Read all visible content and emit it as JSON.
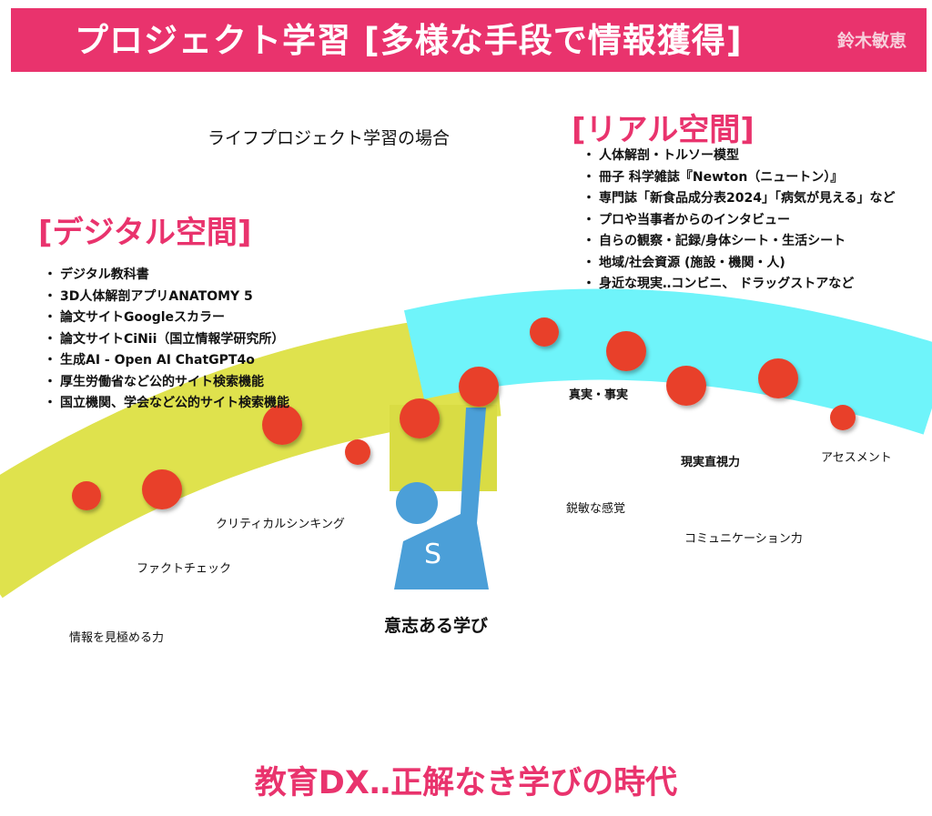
{
  "header": {
    "title": "プロジェクト学習 [多様な手段で情報獲得]",
    "author": "鈴木敏恵"
  },
  "subtitle": "ライフプロジェクト学習の場合",
  "digital": {
    "heading": "[デジタル空間]",
    "items": [
      "デジタル教科書",
      "3D人体解剖アプリANATOMY 5",
      "論文サイトGoogleスカラー",
      "論文サイトCiNii（国立情報学研究所）",
      "生成AI - Open AI  ChatGPT4o",
      "厚生労働省など公的サイト検索機能",
      "国立機関、学会など公的サイト検索機能"
    ]
  },
  "real": {
    "heading": "[リアル空間]",
    "items": [
      "人体解剖・トルソー模型",
      "冊子 科学雑誌『Newton（ニュートン）』",
      "専門誌「新食品成分表2024」「病気が見える」など",
      "プロや当事者からのインタビュー",
      "自らの観察・記録/身体シート・生活シート",
      "地域/社会資源 (施設・機関・人)",
      "身近な現実‥コンビニ、 ドラッグストアなど"
    ]
  },
  "labels": {
    "critical": "クリティカルシンキング",
    "factcheck": "ファクトチェック",
    "info_power": "情報を見極める力",
    "truth": "真実・事実",
    "reality": "現実直視力",
    "assessment": "アセスメント",
    "sensitivity": "鋭敏な感覚",
    "communication": "コミュニケーション力",
    "will": "意志ある学び",
    "figure_letter": "S"
  },
  "footer": "教育DX‥正解なき学びの時代",
  "colors": {
    "accent": "#e9336d",
    "yellow": "#dfe24d",
    "cyan": "#6ff4fa",
    "dot": "#e8412b",
    "figure": "#4b9fd8"
  }
}
